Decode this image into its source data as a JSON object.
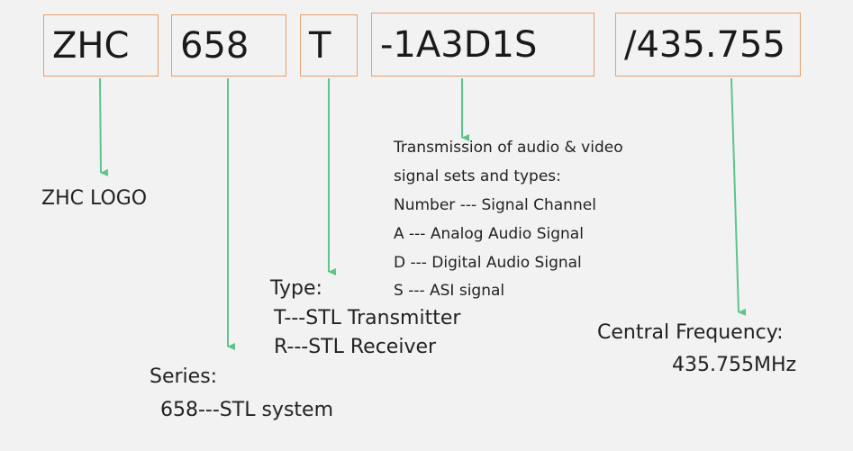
{
  "code_parts": [
    "ZHC",
    "658",
    "T",
    "-1A3D1S",
    "/435.755"
  ],
  "logo_label": "ZHC LOGO",
  "series": {
    "title": "Series:",
    "lines": [
      "658---STL system"
    ]
  },
  "type": {
    "title": "Type:",
    "lines": [
      "T---STL Transmitter",
      "R---STL Receiver"
    ]
  },
  "signal": {
    "lines": [
      "Transmission of audio & video",
      "signal sets and types:",
      "Number --- Signal Channel",
      "A --- Analog Audio Signal",
      "D --- Digital Audio Signal",
      "S --- ASI signal"
    ]
  },
  "frequency": {
    "title": "Central Frequency:",
    "value": "435.755MHz"
  },
  "colors": {
    "box_border": "#e8a06a",
    "arrow": "#5cc58a"
  }
}
